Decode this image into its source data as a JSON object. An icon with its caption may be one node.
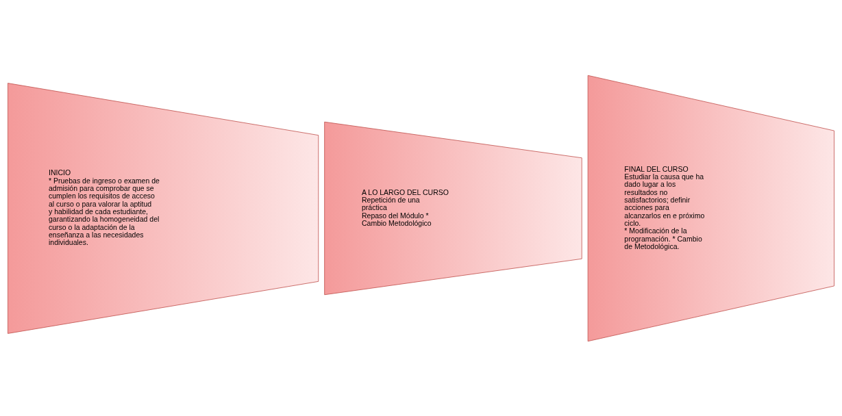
{
  "diagram": {
    "nodes": [
      {
        "text": [
          "INICIO",
          "* Pruebas de ingreso o examen de admisión para comprobar que se cumplen los requisitos de acceso al curso o para valorar la aptitud y habilidad de cada estudiante, garantizando la homogeneidad del curso o la adaptación de la enseñanza a las necesidades individuales."
        ]
      },
      {
        "text": [
          "A LO LARGO DEL CURSO",
          "Repetición de una práctica",
          "Repaso del Módulo * Cambio Metodológico"
        ]
      },
      {
        "text": [
          "FINAL DEL CURSO",
          "Estudiar la causa que ha dado lugar a los resultados no satisfactorios; definir acciones para alcanzarlos en e próximo ciclo.",
          "* Modificación de la programación. * Cambio de Metodológica."
        ]
      }
    ],
    "edges": []
  }
}
